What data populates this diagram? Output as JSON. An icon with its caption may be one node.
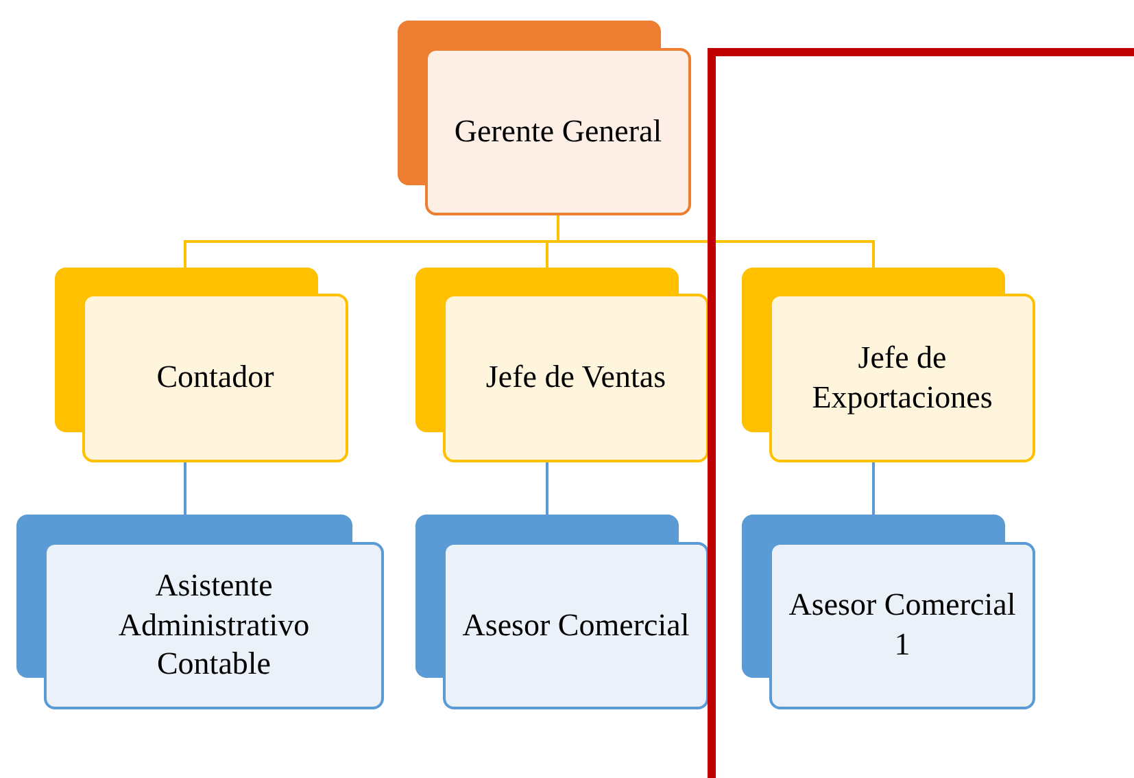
{
  "diagram": {
    "nodes": [
      {
        "text": [
          "Gerente General"
        ]
      },
      {
        "text": [
          "Contador"
        ]
      },
      {
        "text": [
          "Jefe de Ventas"
        ]
      },
      {
        "text": [
          "Jefe de Exportaciones"
        ]
      },
      {
        "text": [
          "Asistente Administrativo Contable"
        ]
      },
      {
        "text": [
          "Asesor Comercial"
        ]
      },
      {
        "text": [
          "Asesor Comercial 1"
        ]
      }
    ],
    "edges": [
      {
        "from": 0,
        "to": 1,
        "arrow": "none",
        "color": "#ffc000"
      },
      {
        "from": 0,
        "to": 2,
        "arrow": "none",
        "color": "#ffc000"
      },
      {
        "from": 0,
        "to": 3,
        "arrow": "none",
        "color": "#ffc000"
      },
      {
        "from": 1,
        "to": 4,
        "arrow": "none",
        "color": "#5b9bd5"
      },
      {
        "from": 2,
        "to": 5,
        "arrow": "none",
        "color": "#5b9bd5"
      },
      {
        "from": 3,
        "to": 6,
        "arrow": "none",
        "color": "#5b9bd5"
      }
    ]
  }
}
